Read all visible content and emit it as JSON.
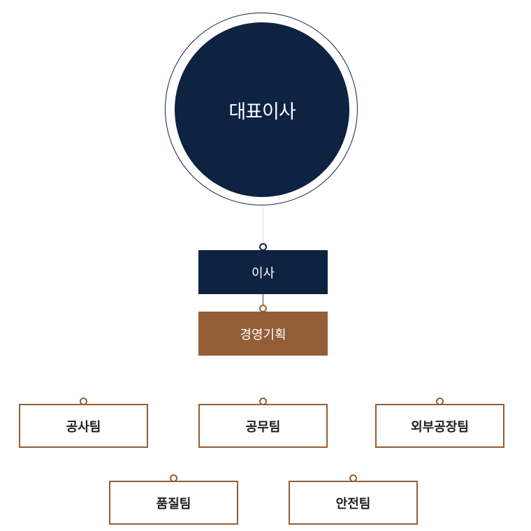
{
  "org_chart": {
    "ceo": {
      "label": "대표이사"
    },
    "director": {
      "label": "이사"
    },
    "planning": {
      "label": "경영기획"
    },
    "teams": [
      {
        "label": "공사팀"
      },
      {
        "label": "공무팀"
      },
      {
        "label": "외부공장팀"
      },
      {
        "label": "품질팀"
      },
      {
        "label": "안전팀"
      }
    ]
  },
  "colors": {
    "navy": "#0e2242",
    "brown": "#935e35",
    "connector": "#d6d6d6"
  }
}
